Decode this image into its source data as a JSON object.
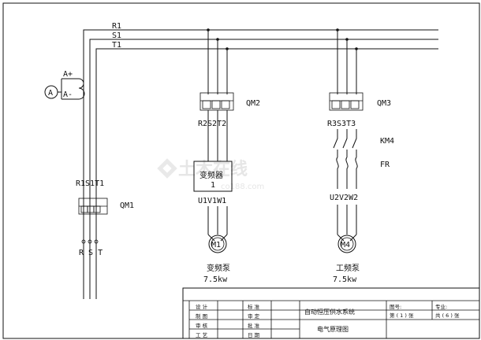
{
  "watermark": {
    "text": "土木在线",
    "sub": "co188.com"
  },
  "bus": {
    "r1": "R1",
    "s1": "S1",
    "t1": "T1"
  },
  "ammeter": {
    "symbol": "A",
    "plus": "A+",
    "minus": "A-"
  },
  "qm1": {
    "name": "QM1",
    "terminals": "R1S1T1"
  },
  "outputs": {
    "rst": "R S T"
  },
  "qm2": {
    "name": "QM2",
    "terminals": "R2S2T2"
  },
  "vfd": {
    "name": "变频器",
    "index": "1",
    "terminals": "U1V1W1"
  },
  "motor1": {
    "symbol": "M1",
    "name": "变频泵",
    "power": "7.5kw"
  },
  "qm3": {
    "name": "QM3",
    "terminals": "R3S3T3"
  },
  "km4": {
    "name": "KM4"
  },
  "fr": {
    "name": "FR"
  },
  "motor2": {
    "symbol": "M4",
    "terminals": "U2V2W2",
    "name": "工频泵",
    "power": "7.5kw"
  },
  "title_block": {
    "rows": [
      {
        "left_label": "设 计",
        "mid_label": "标 准"
      },
      {
        "left_label": "制 图",
        "mid_label": "审 定"
      },
      {
        "left_label": "审 核",
        "mid_label": "批 准"
      },
      {
        "left_label": "工 艺",
        "mid_label": "日 期"
      }
    ],
    "system_name": "自动恒压供水系统",
    "drawing_name": "电气原理图",
    "drawing_no_label": "图号:",
    "specialty_label": "专业:",
    "sheet_label": "第 ( 1 ) 张",
    "total_label": "共 ( 6 ) 张"
  }
}
